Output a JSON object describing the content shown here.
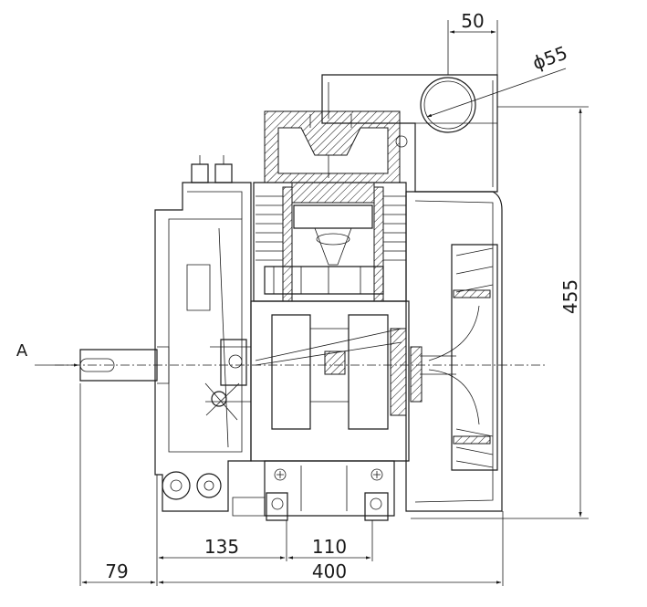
{
  "view_label": "A",
  "dimensions": {
    "top_width": "50",
    "diameter": "ϕ55",
    "height": "455",
    "offset_135": "135",
    "offset_110": "110",
    "overhang_79": "79",
    "total_width": "400"
  },
  "colors": {
    "line": "#1a1a1a",
    "background": "#ffffff"
  }
}
